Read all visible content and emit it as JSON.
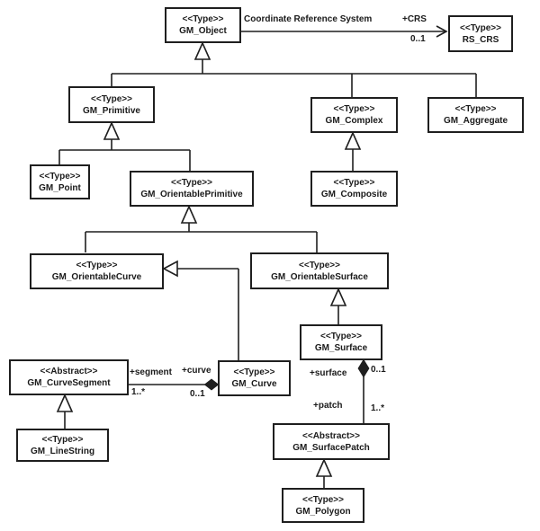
{
  "diagram": {
    "title_hint": "UML class diagram of GM_Object geometry hierarchy",
    "nodes": [
      {
        "id": "gm-object",
        "stereotype": "<<Type>>",
        "name": "GM_Object"
      },
      {
        "id": "rs-crs",
        "stereotype": "<<Type>>",
        "name": "RS_CRS"
      },
      {
        "id": "gm-primitive",
        "stereotype": "<<Type>>",
        "name": "GM_Primitive"
      },
      {
        "id": "gm-complex",
        "stereotype": "<<Type>>",
        "name": "GM_Complex"
      },
      {
        "id": "gm-aggregate",
        "stereotype": "<<Type>>",
        "name": "GM_Aggregate"
      },
      {
        "id": "gm-point",
        "stereotype": "<<Type>>",
        "name": "GM_Point"
      },
      {
        "id": "gm-orientable-primitive",
        "stereotype": "<<Type>>",
        "name": "GM_OrientablePrimitive"
      },
      {
        "id": "gm-composite",
        "stereotype": "<<Type>>",
        "name": "GM_Composite"
      },
      {
        "id": "gm-orientable-curve",
        "stereotype": "<<Type>>",
        "name": "GM_OrientableCurve"
      },
      {
        "id": "gm-orientable-surface",
        "stereotype": "<<Type>>",
        "name": "GM_OrientableSurface"
      },
      {
        "id": "gm-surface",
        "stereotype": "<<Type>>",
        "name": "GM_Surface"
      },
      {
        "id": "gm-curve-segment",
        "stereotype": "<<Abstract>>",
        "name": "GM_CurveSegment"
      },
      {
        "id": "gm-curve",
        "stereotype": "<<Type>>",
        "name": "GM_Curve"
      },
      {
        "id": "gm-line-string",
        "stereotype": "<<Type>>",
        "name": "GM_LineString"
      },
      {
        "id": "gm-surface-patch",
        "stereotype": "<<Abstract>>",
        "name": "GM_SurfacePatch"
      },
      {
        "id": "gm-polygon",
        "stereotype": "<<Type>>",
        "name": "GM_Polygon"
      }
    ],
    "labels": {
      "crs_assoc_name": "Coordinate Reference System",
      "crs_role": "+CRS",
      "crs_mult": "0..1",
      "segment_role": "+segment",
      "segment_mult": "1..*",
      "curve_role": "+curve",
      "curve_mult": "0..1",
      "surface_role": "+surface",
      "surface_mult": "0..1",
      "patch_role": "+patch",
      "patch_mult": "1..*"
    },
    "colors": {
      "line": "#1f1f1f",
      "box_fill": "#ffffff",
      "text": "#1a1a1a",
      "background": "#ffffff"
    }
  }
}
